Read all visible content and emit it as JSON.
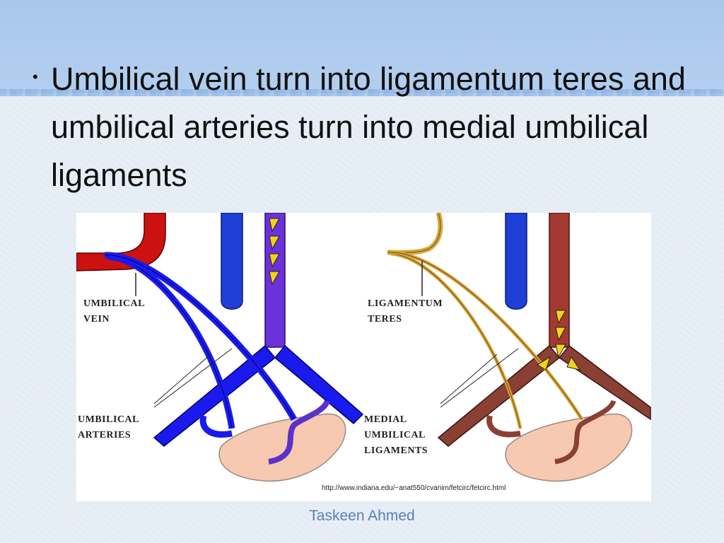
{
  "slide": {
    "bullet": "•",
    "text": "Umbilical vein turn into ligamentum teres and umbilical arteries turn into medial umbilical ligaments",
    "source_url": "http://www.indiana.edu/~anat550/cvanim/fetcirc/fetcirc.html",
    "footer": "Taskeen Ahmed"
  },
  "figure": {
    "left_panel": {
      "label_vein": "UMBILICAL\nVEIN",
      "label_arteries": "UMBILICAL\nARTERIES"
    },
    "right_panel": {
      "label_ligamentum": "LIGAMENTUM\nTERES",
      "label_medial": "MEDIAL\nUMBILICAL\nLIGAMENTS"
    },
    "colors": {
      "vein_red": "#cc1111",
      "artery_blue": "#1a1aee",
      "vena_cava_blue": "#1f3fd6",
      "aorta_purple": "#6a32d8",
      "ligament_gold": "#d9a63b",
      "aorta_brown": "#a33a30",
      "brown_branch": "#8a4033",
      "bladder": "#f6c9b0",
      "arrow_yellow": "#f5d21a"
    }
  }
}
